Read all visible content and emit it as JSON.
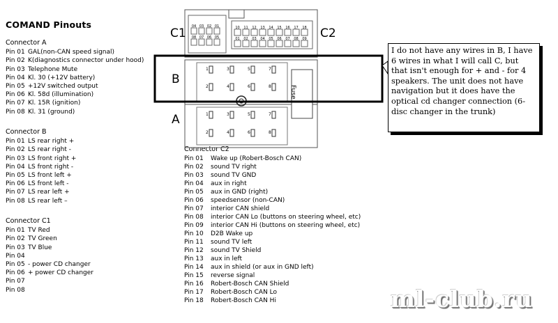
{
  "title": "COMAND Pinouts",
  "connector_a": {
    "header": "Connector A",
    "pins": [
      {
        "pin": "Pin 01",
        "desc": "GAL(non-CAN speed signal)"
      },
      {
        "pin": "Pin 02",
        "desc": "K(diagnostics connector under hood)"
      },
      {
        "pin": "Pin 03",
        "desc": "Telephone Mute"
      },
      {
        "pin": "Pin 04",
        "desc": "Kl. 30    (+12V battery)"
      },
      {
        "pin": "Pin 05",
        "desc": "+12V switched output"
      },
      {
        "pin": "Pin 06",
        "desc": "Kl. 58d (illumination)"
      },
      {
        "pin": "Pin 07",
        "desc": "Kl. 15R (ignition)"
      },
      {
        "pin": "Pin 08",
        "desc": "Kl. 31   (ground)"
      }
    ]
  },
  "connector_b": {
    "header": "Connector B",
    "pins": [
      {
        "pin": "Pin 01",
        "desc": "LS rear right +"
      },
      {
        "pin": "Pin 02",
        "desc": "LS rear right -"
      },
      {
        "pin": "Pin 03",
        "desc": "LS front right +"
      },
      {
        "pin": "Pin 04",
        "desc": "LS front right -"
      },
      {
        "pin": "Pin 05",
        "desc": "LS front left +"
      },
      {
        "pin": "Pin 06",
        "desc": "LS front left -"
      },
      {
        "pin": "Pin 07",
        "desc": "LS rear left +"
      },
      {
        "pin": "Pin 08",
        "desc": "LS rear left –"
      }
    ]
  },
  "connector_c1": {
    "header": "Connector C1",
    "pins": [
      {
        "pin": "Pin 01",
        "desc": "TV Red"
      },
      {
        "pin": "Pin 02",
        "desc": "TV Green"
      },
      {
        "pin": "Pin 03",
        "desc": "TV Blue"
      },
      {
        "pin": "Pin 04",
        "desc": ""
      },
      {
        "pin": "Pin 05",
        "desc": "- power CD changer"
      },
      {
        "pin": "Pin 06",
        "desc": "+ power CD changer"
      },
      {
        "pin": "Pin 07",
        "desc": ""
      },
      {
        "pin": "Pin 08",
        "desc": ""
      }
    ]
  },
  "connector_c2": {
    "header": "Connector C2",
    "pins": [
      {
        "pin": "Pin 01",
        "desc": "Wake up (Robert-Bosch CAN)"
      },
      {
        "pin": "Pin 02",
        "desc": "sound TV right"
      },
      {
        "pin": "Pin 03",
        "desc": "sound TV GND"
      },
      {
        "pin": "Pin 04",
        "desc": "aux in right"
      },
      {
        "pin": "Pin 05",
        "desc": "aux in GND (right)"
      },
      {
        "pin": "Pin 06",
        "desc": "speedsensor (non-CAN)"
      },
      {
        "pin": "Pin 07",
        "desc": "interior CAN shield"
      },
      {
        "pin": "Pin 08",
        "desc": "interior CAN Lo (buttons on steering wheel, etc)"
      },
      {
        "pin": "Pin 09",
        "desc": "interior CAN Hi (buttons on steering wheel, etc)"
      },
      {
        "pin": "Pin 10",
        "desc": "D2B Wake up"
      },
      {
        "pin": "Pin 11",
        "desc": "sound TV left"
      },
      {
        "pin": "Pin 12",
        "desc": "sound TV Shield"
      },
      {
        "pin": "Pin 13",
        "desc": "aux in left"
      },
      {
        "pin": "Pin 14",
        "desc": "aux in shield (or aux in GND left)"
      },
      {
        "pin": "Pin 15",
        "desc": "reverse signal"
      },
      {
        "pin": "Pin 16",
        "desc": "Robert-Bosch CAN Shield"
      },
      {
        "pin": "Pin 17",
        "desc": "Robert-Bosch CAN Lo"
      },
      {
        "pin": "Pin 18",
        "desc": "Robert-Bosch CAN Hi"
      }
    ]
  },
  "diagram": {
    "label_c1": "C1",
    "label_c2": "C2",
    "label_b": "B",
    "label_a": "A",
    "fuse": "Fuse",
    "c1_top_pins": [
      "04",
      "03",
      "02",
      "01"
    ],
    "c1_bottom_pins": [
      "08",
      "07",
      "06",
      "05"
    ],
    "c2_top_pins": [
      "10",
      "11",
      "12",
      "13",
      "14",
      "15",
      "16",
      "17",
      "18"
    ],
    "c2_bottom_pins": [
      "01",
      "02",
      "03",
      "04",
      "05",
      "06",
      "07",
      "08",
      "09"
    ],
    "b_row1": [
      "1",
      "3",
      "5",
      "7"
    ],
    "b_row2": [
      "2",
      "4",
      "6",
      "8"
    ],
    "a_row1": [
      "1",
      "3",
      "5",
      "7"
    ],
    "a_row2": [
      "2",
      "4",
      "6",
      "8"
    ]
  },
  "note": "I do not have any wires in B, I have 6 wires in what I will call C, but that isn't enough for + and - for 4 speakers.  The unit does not have navigation but it does have the optical cd changer connection (6-disc changer in the trunk)",
  "watermark": "ml-club.ru"
}
